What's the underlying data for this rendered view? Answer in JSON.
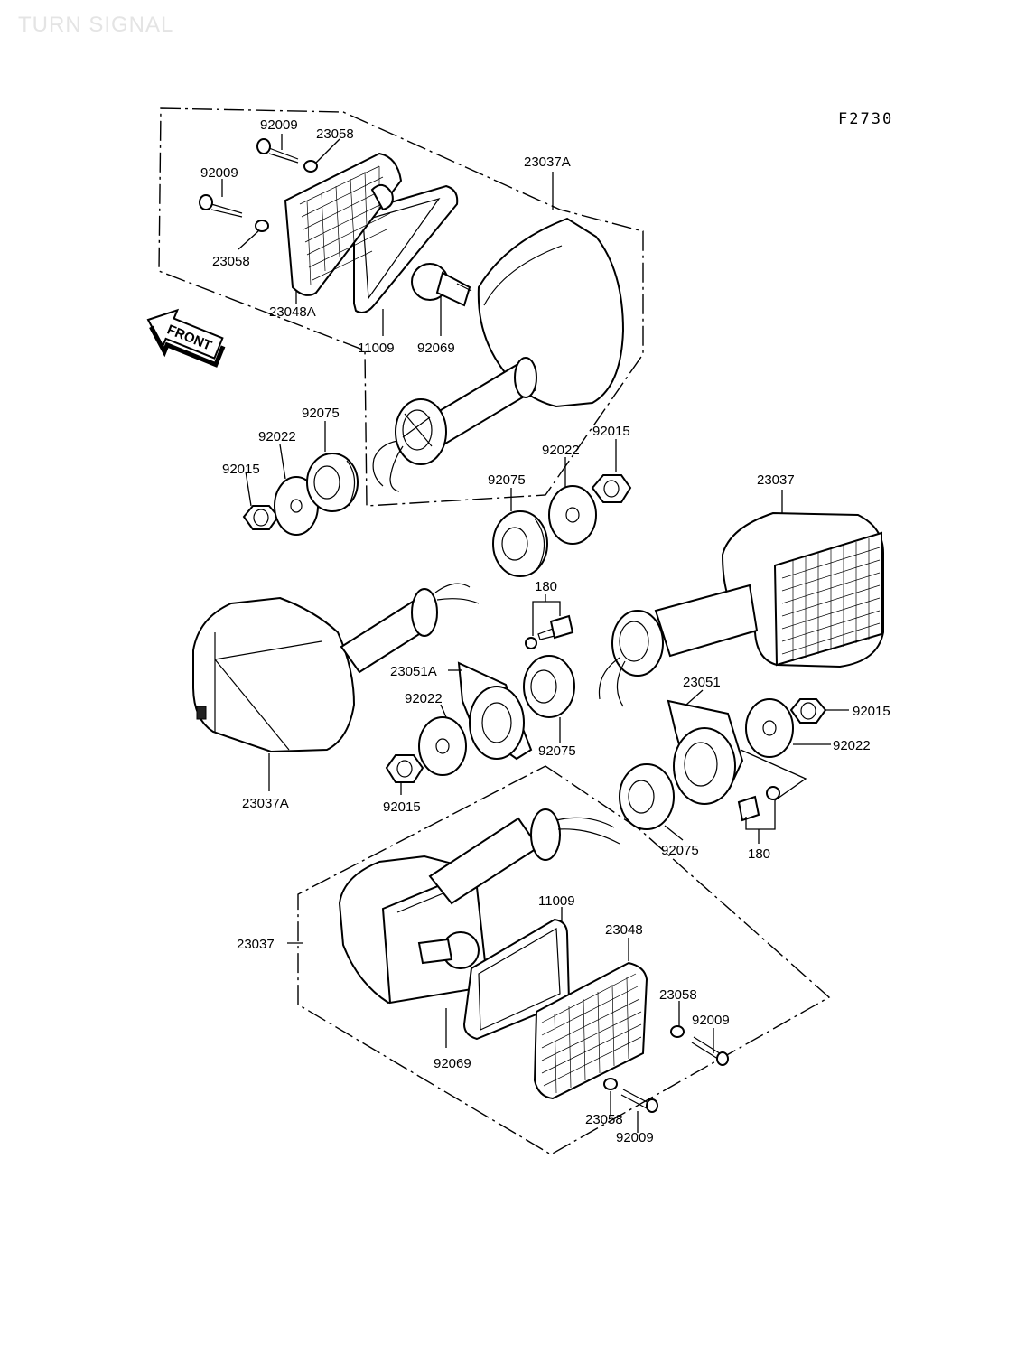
{
  "header": {
    "watermark": "TURN SIGNAL",
    "figure_code": "F2730"
  },
  "direction_badge": {
    "label": "FRONT"
  },
  "part_labels": [
    {
      "id": "lbl-92009-a",
      "text": "92009"
    },
    {
      "id": "lbl-23058-a",
      "text": "23058"
    },
    {
      "id": "lbl-92009-b",
      "text": "92009"
    },
    {
      "id": "lbl-23058-b",
      "text": "23058"
    },
    {
      "id": "lbl-23048A",
      "text": "23048A"
    },
    {
      "id": "lbl-11009-a",
      "text": "11009"
    },
    {
      "id": "lbl-92069-a",
      "text": "92069"
    },
    {
      "id": "lbl-23037A-a",
      "text": "23037A"
    },
    {
      "id": "lbl-92075-a",
      "text": "92075"
    },
    {
      "id": "lbl-92022-a",
      "text": "92022"
    },
    {
      "id": "lbl-92015-a",
      "text": "92015"
    },
    {
      "id": "lbl-92075-b",
      "text": "92075"
    },
    {
      "id": "lbl-92022-b",
      "text": "92022"
    },
    {
      "id": "lbl-92015-b",
      "text": "92015"
    },
    {
      "id": "lbl-23037-a",
      "text": "23037"
    },
    {
      "id": "lbl-180-a",
      "text": "180"
    },
    {
      "id": "lbl-23051A",
      "text": "23051A"
    },
    {
      "id": "lbl-92022-c",
      "text": "92022"
    },
    {
      "id": "lbl-92075-c",
      "text": "92075"
    },
    {
      "id": "lbl-23037A-b",
      "text": "23037A"
    },
    {
      "id": "lbl-92015-c",
      "text": "92015"
    },
    {
      "id": "lbl-23051",
      "text": "23051"
    },
    {
      "id": "lbl-92015-d",
      "text": "92015"
    },
    {
      "id": "lbl-92022-d",
      "text": "92022"
    },
    {
      "id": "lbl-92075-d",
      "text": "92075"
    },
    {
      "id": "lbl-180-b",
      "text": "180"
    },
    {
      "id": "lbl-11009-b",
      "text": "11009"
    },
    {
      "id": "lbl-23048",
      "text": "23048"
    },
    {
      "id": "lbl-23037-b",
      "text": "23037"
    },
    {
      "id": "lbl-23058-c",
      "text": "23058"
    },
    {
      "id": "lbl-92009-c",
      "text": "92009"
    },
    {
      "id": "lbl-92069-b",
      "text": "92069"
    },
    {
      "id": "lbl-23058-d",
      "text": "23058"
    },
    {
      "id": "lbl-92009-d",
      "text": "92009"
    }
  ]
}
